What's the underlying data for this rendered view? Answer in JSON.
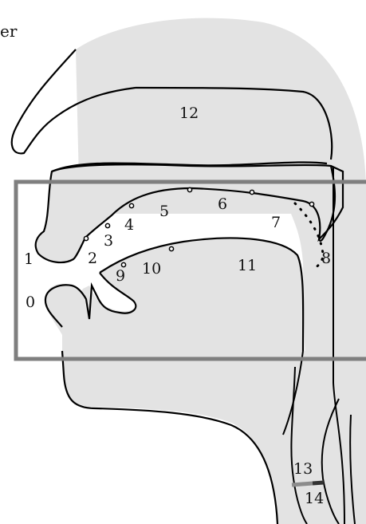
{
  "caption_fragment": "er",
  "colors": {
    "tissue": "#e3e3e3",
    "outline": "#000000",
    "highlight_box": "#7f7f7f",
    "marker_light": "#8c8c8c",
    "marker_dark": "#333333"
  },
  "labels": [
    "0",
    "1",
    "2",
    "3",
    "4",
    "5",
    "6",
    "7",
    "8",
    "9",
    "10",
    "11",
    "12",
    "13",
    "14"
  ]
}
